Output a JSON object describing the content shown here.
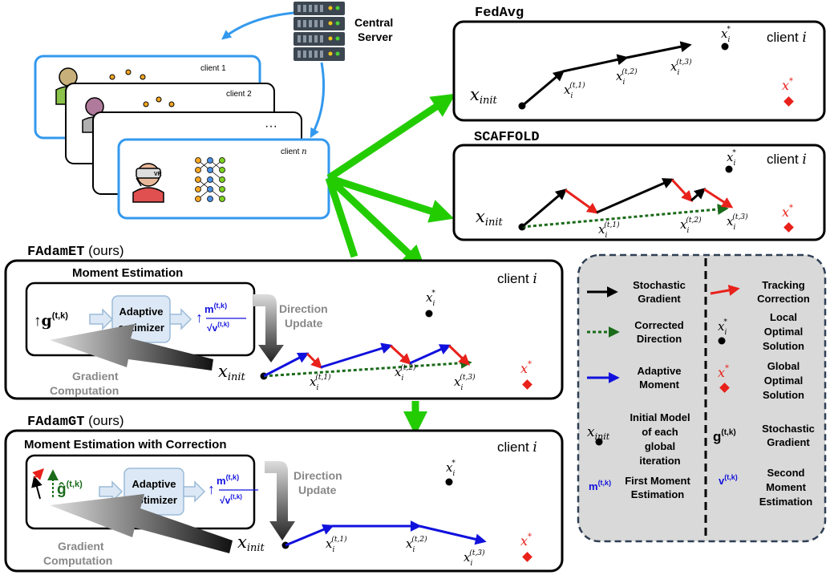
{
  "server": {
    "label_line1": "Central",
    "label_line2": "Server"
  },
  "clients": {
    "client1_label": "client 1",
    "client2_label": "client 2",
    "clientn_label_prefix": "client ",
    "clientn_label_var": "n",
    "ellipsis": "···",
    "vr_badge": "VR"
  },
  "panels": {
    "fedavg": {
      "title": "FedAvg",
      "client_label": "client ",
      "client_var": "i"
    },
    "scaffold": {
      "title": "SCAFFOLD",
      "client_label": "client ",
      "client_var": "i"
    },
    "fadamet": {
      "title_mono": "FAdamET",
      "title_suffix": " (ours)",
      "box_title": "Moment Estimation",
      "client_label": "client ",
      "client_var": "i",
      "optimizer_line1": "Adaptive",
      "optimizer_line2": "optimizer",
      "direction_line1": "Direction",
      "direction_line2": "Update",
      "gradient_line1": "Gradient",
      "gradient_line2": "Computation"
    },
    "fadamgt": {
      "title_mono": "FAdamGT",
      "title_suffix": " (ours)",
      "box_title": "Moment Estimation with Correction",
      "client_label": "client ",
      "client_var": "i",
      "optimizer_line1": "Adaptive",
      "optimizer_line2": "optimizer",
      "direction_line1": "Direction",
      "direction_line2": "Update",
      "gradient_line1": "Gradient",
      "gradient_line2": "Computation"
    }
  },
  "math": {
    "x_init": "x",
    "init_sub": "init",
    "x_i": "x",
    "i": "i",
    "star": "*",
    "x_star": "x",
    "t1": "(t,1)",
    "t2": "(t,2)",
    "t3": "(t,3)",
    "g": "g",
    "g_hat": "ĝ",
    "tk": "(t,k)",
    "m": "m",
    "v": "v",
    "sqrt": "√",
    "arrow_up": "↑"
  },
  "legend": {
    "stochastic_gradient": [
      "Stochastic",
      "Gradient"
    ],
    "tracking_correction": [
      "Tracking",
      "Correction"
    ],
    "corrected_direction": [
      "Corrected",
      "Direction"
    ],
    "local_optimal": [
      "Local",
      "Optimal",
      "Solution"
    ],
    "adaptive_moment": [
      "Adaptive",
      "Moment"
    ],
    "global_optimal": [
      "Global",
      "Optimal",
      "Solution"
    ],
    "initial_model": [
      "Initial Model",
      "of each",
      "global",
      "iteration"
    ],
    "stochastic_gradient_g": [
      "Stochastic",
      "Gradient"
    ],
    "first_moment": [
      "First Moment",
      "Estimation"
    ],
    "second_moment": [
      "Second",
      "Moment",
      "Estimation"
    ]
  },
  "colors": {
    "black": "#000000",
    "red": "#e8211b",
    "green_dotted": "#1a6b1a",
    "green_big": "#22cc00",
    "blue": "#1111dd",
    "client_border": "#3399ee",
    "legend_bg": "#d9d9d9",
    "legend_border": "#2f3f55",
    "optimizer_bg": "#dce8f5",
    "gray_text": "#888888",
    "diamond_red": "#e8211b"
  }
}
